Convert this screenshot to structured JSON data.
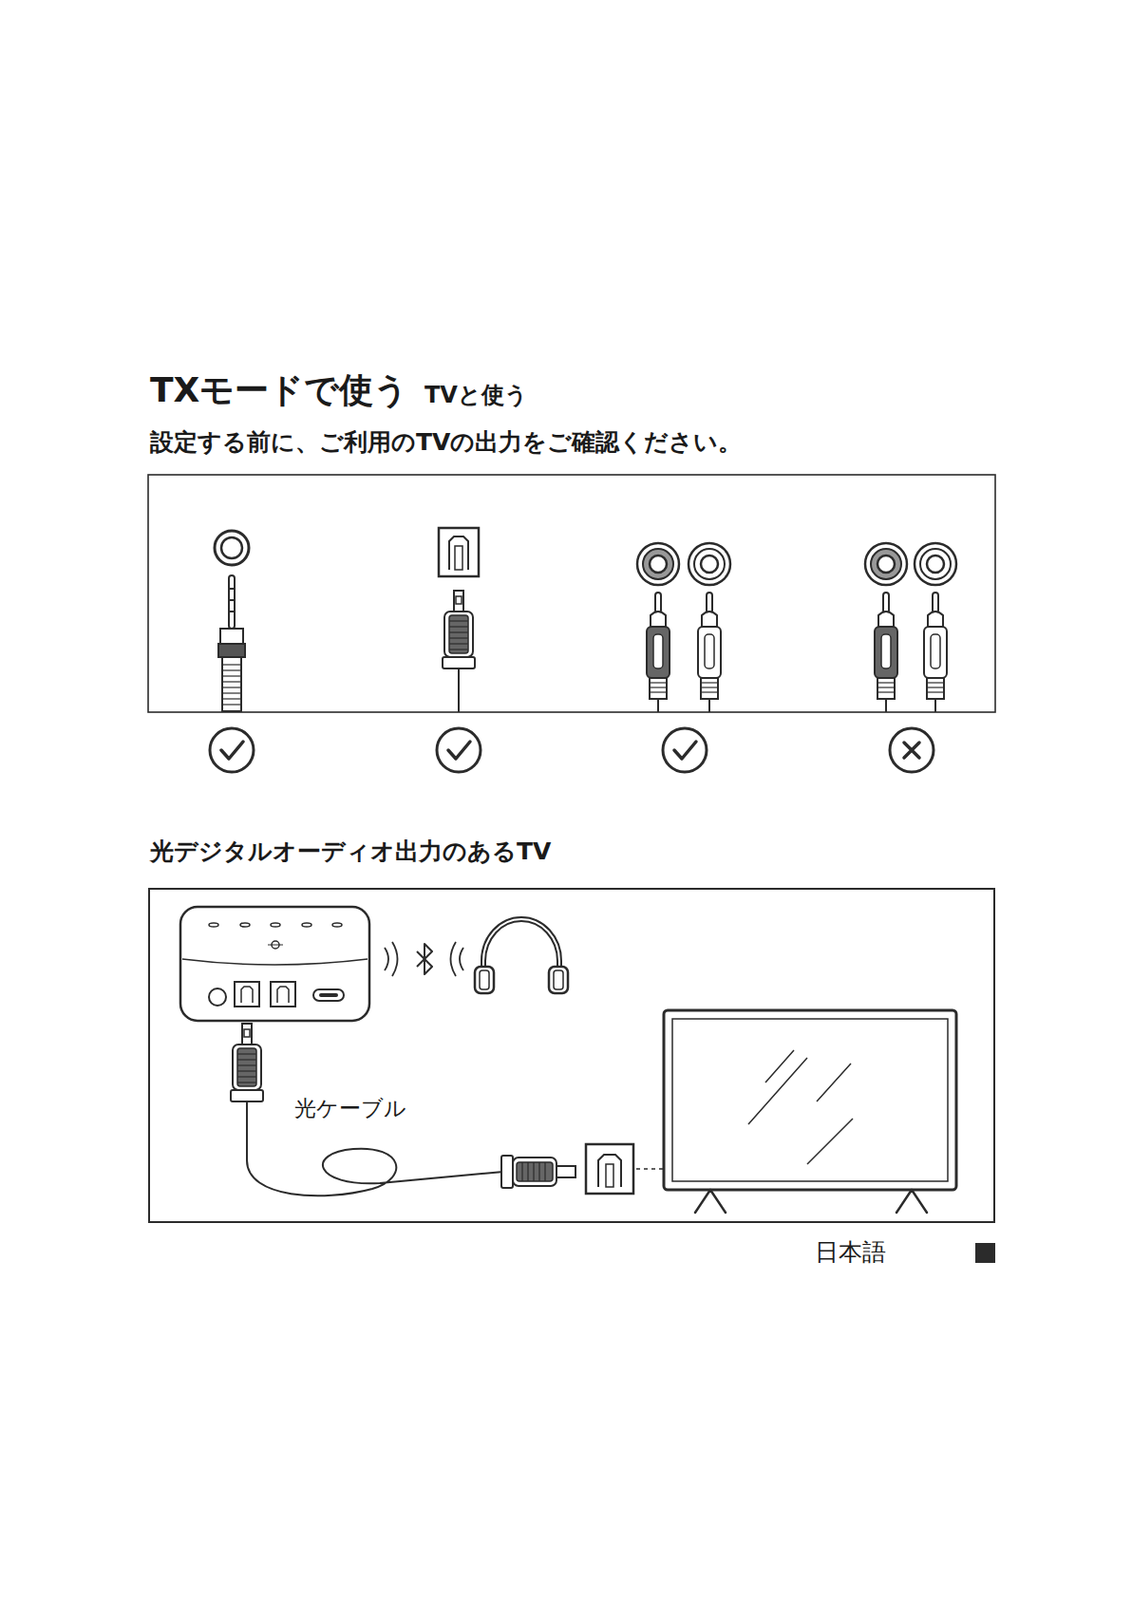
{
  "diagram": {
    "title": "TXモードで使う",
    "nodes": [
      {
        "text": [
          "光デジタルオーディオ出力のあるTV"
        ]
      }
    ],
    "labels": [
      "TVと使う",
      "設定する前に、ご利用のTVの出力をご確認ください。",
      "光ケーブル",
      "日本語"
    ]
  }
}
